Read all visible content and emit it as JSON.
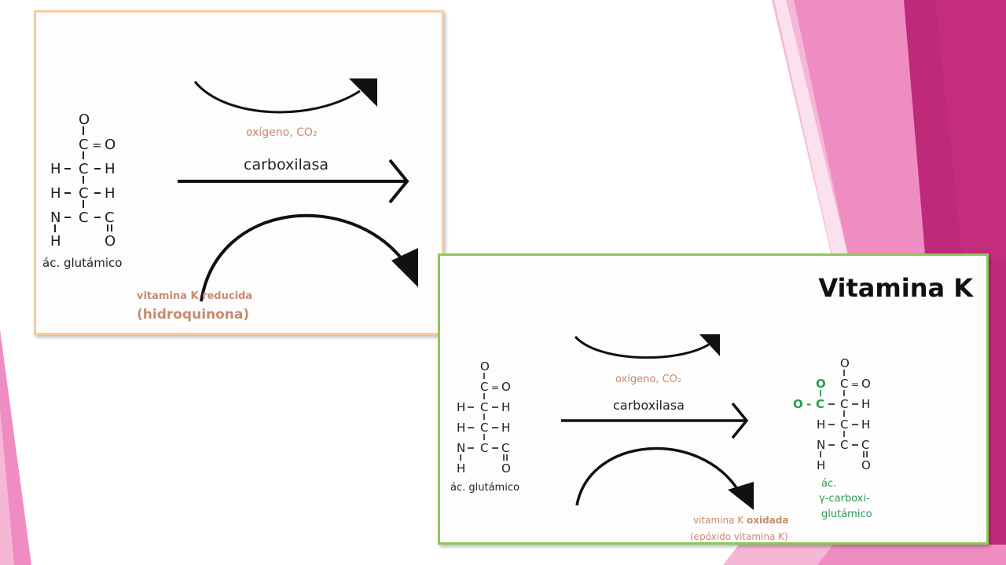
{
  "slide": {
    "title": "Vitamina K",
    "colors": {
      "pink_light": "#f6b7d6",
      "pink_mid": "#ee86bf",
      "pink_dark": "#b8216f",
      "panel1_border": "#f5cba5",
      "panel2_border": "#90c65a",
      "reagent_text": "#c98a6e",
      "product_green": "#2a9a55"
    }
  },
  "panel1": {
    "reagent_top": "oxígeno, CO₂",
    "enzyme": "carboxilasa",
    "reagent_bottom_1": "vitamina K reducida",
    "reagent_bottom_2": "(hidroquinona)",
    "substrate_label": "ác. glutámico",
    "molecule": {
      "o_top": "O",
      "c1": "C",
      "eq": "=",
      "o_right": "O",
      "h_left_1": "H",
      "c2": "C",
      "h_right_1": "H",
      "h_left_2": "H",
      "c3": "C",
      "h_right_2": "H",
      "n": "N",
      "c4": "C",
      "c5": "C",
      "h_bottom": "H",
      "o_bottom": "O"
    }
  },
  "panel2": {
    "title": "Vitamina K",
    "reagent_top": "oxígeno, CO₂",
    "enzyme": "carboxilasa",
    "reagent_bottom_pre": "vitamina K ",
    "reagent_bottom_bold": "oxidada",
    "reagent_bottom_2": "(epóxido vitamina K)",
    "substrate_label": "ác. glutámico",
    "product_label": [
      "ác.",
      "γ-carboxi-",
      "glutámico"
    ],
    "product_extra": {
      "o_top": "O",
      "o_left": "O",
      "dash": "-",
      "c": "C"
    }
  }
}
